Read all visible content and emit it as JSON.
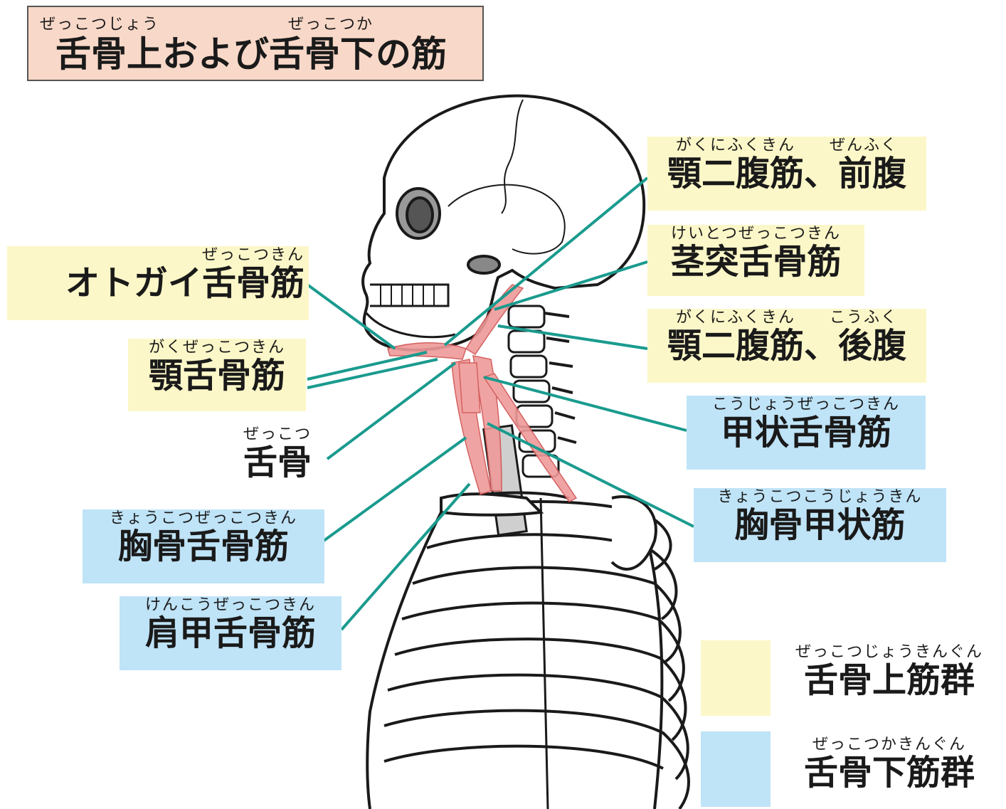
{
  "title": {
    "ruby_left": "ぜっこつじょう",
    "ruby_right": "ぜっこつか",
    "text": "舌骨上および舌骨下の筋"
  },
  "labels": {
    "anterior_digastric": {
      "ruby": "がくにふくきん　　ぜんふく",
      "text": "顎二腹筋、前腹"
    },
    "stylohyoid": {
      "ruby": "けいとつぜっこつきん",
      "text": "茎突舌骨筋"
    },
    "posterior_digastric": {
      "ruby": "がくにふくきん　　こうふく",
      "text": "顎二腹筋、後腹"
    },
    "thyrohyoid": {
      "ruby": "こうじょうぜっこつきん",
      "text": "甲状舌骨筋"
    },
    "sternothyroid": {
      "ruby": "きょうこつこうじょうきん",
      "text": "胸骨甲状筋"
    },
    "mylohyoid": {
      "ruby": "ぜっこつきん",
      "text": "オトガイ舌骨筋"
    },
    "geniohyoid": {
      "ruby": "がくぜっこつきん",
      "text": "顎舌骨筋"
    },
    "hyoid": {
      "ruby": "ぜっこつ",
      "text": "舌骨"
    },
    "sternohyoid": {
      "ruby": "きょうこつぜっこつきん",
      "text": "胸骨舌骨筋"
    },
    "omohyoid": {
      "ruby": "けんこうぜっこつきん",
      "text": "肩甲舌骨筋"
    }
  },
  "legend": {
    "suprahyoid": {
      "ruby": "ぜっこつじょうきんぐん",
      "text": "舌骨上筋群",
      "color": "#fcf7c8"
    },
    "infrahyoid": {
      "ruby": "ぜっこつかきんぐん",
      "text": "舌骨下筋群",
      "color": "#bfe3f7"
    }
  },
  "colors": {
    "leader_line": "#1a9b8e",
    "muscle": "#e88a8a",
    "bone_outline": "#1a1a1a"
  }
}
